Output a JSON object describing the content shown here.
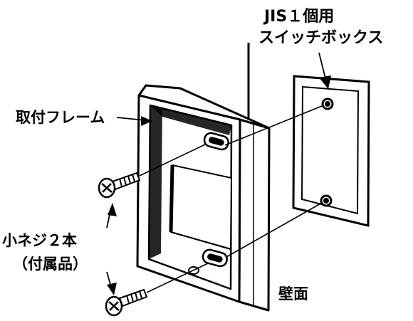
{
  "labels": {
    "switch_box_line1": "JIS１個用",
    "switch_box_line2": "スイッチボックス",
    "mounting_frame": "取付フレーム",
    "screws_line1": "小ネジ２本",
    "screws_line2": "（付属品）",
    "wall": "壁面"
  },
  "colors": {
    "ink": "#000000",
    "paper": "#ffffff"
  }
}
